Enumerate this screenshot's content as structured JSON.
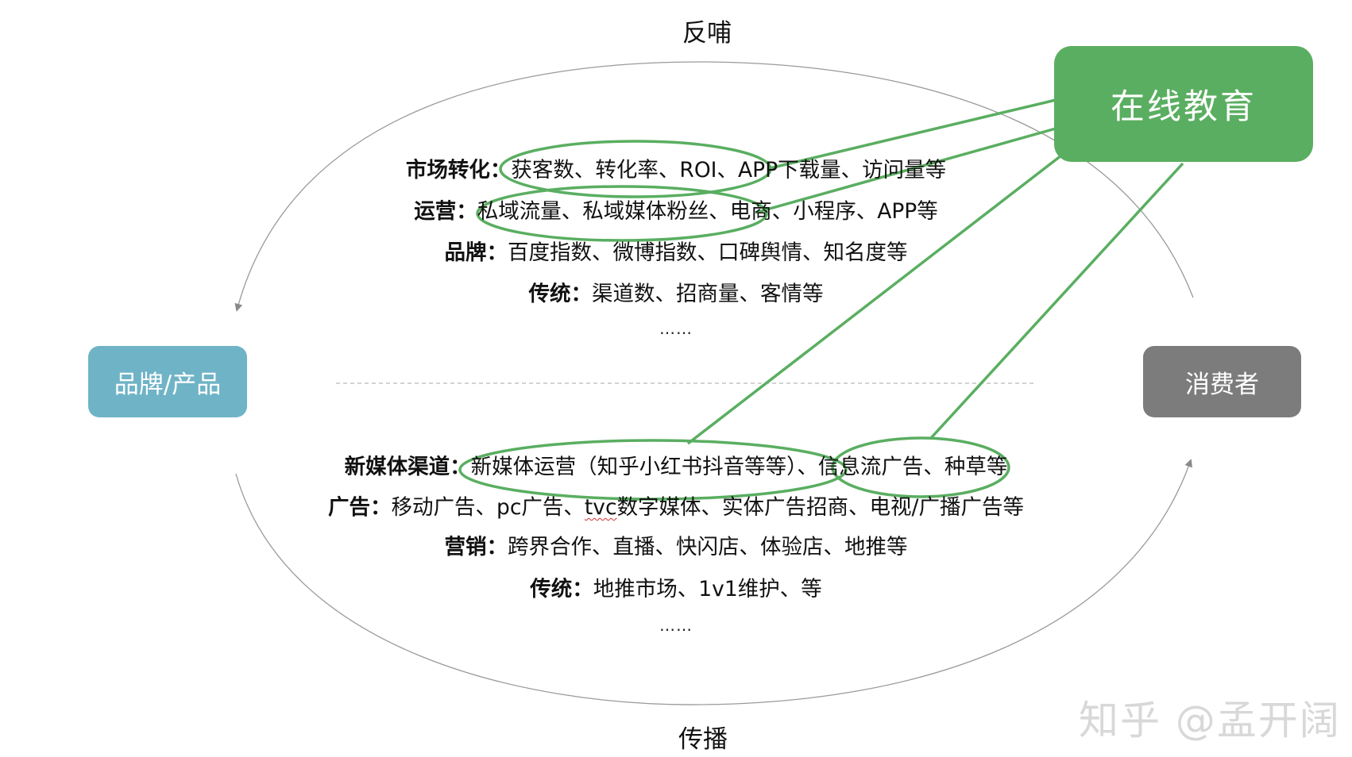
{
  "labels": {
    "feedback": "反哺",
    "spread": "传播"
  },
  "nodes": {
    "brand": "品牌/产品",
    "consumer": "消费者",
    "online_education": "在线教育"
  },
  "feedback_metrics": [
    {
      "title": "市场转化：",
      "content": "获客数、转化率、ROI、APP下载量、访问量等"
    },
    {
      "title": "运营：",
      "content": "私域流量、私域媒体粉丝、电商、小程序、APP等"
    },
    {
      "title": "品牌：",
      "content": "百度指数、微博指数、口碑舆情、知名度等"
    },
    {
      "title": "传统：",
      "content": "渠道数、招商量、客情等"
    }
  ],
  "spread_channels": [
    {
      "title": "新媒体渠道：",
      "content": "新媒体运营（知乎小红书抖音等等）、信息流广告、种草等"
    },
    {
      "title": "广告：",
      "content_pre": "移动广告、pc广告、",
      "content_mark": "tvc",
      "content_post": "数字媒体、实体广告招商、电视/广播广告等"
    },
    {
      "title": "营销：",
      "content": "跨界合作、直播、快闪店、体验店、地推等"
    },
    {
      "title": "传统：",
      "content": "地推市场、1v1维护、等"
    }
  ],
  "ellipsis": "……",
  "watermark": "知乎 @孟开阔",
  "colors": {
    "highlight_green": "#5aae61",
    "brand_box": "#6fb3c6",
    "consumer_box": "#7c7c7c",
    "arc_gray": "#9a9a9a"
  }
}
